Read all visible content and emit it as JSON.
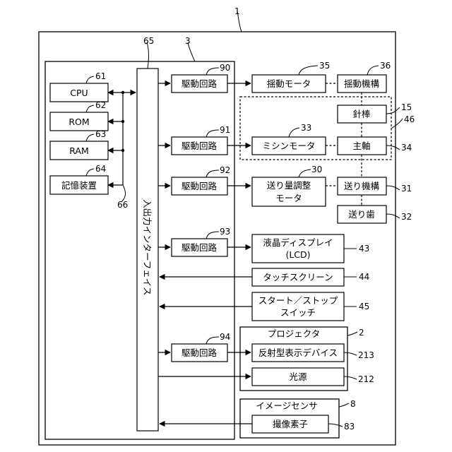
{
  "refs": {
    "device": "1",
    "controller": "3",
    "io_interface": "65",
    "cpu": "61",
    "rom": "62",
    "ram": "63",
    "storage": "64",
    "bus": "66",
    "drive90": "90",
    "drive91": "91",
    "drive92": "92",
    "drive93": "93",
    "drive94": "94",
    "swing_motor": "35",
    "swing_mechanism": "36",
    "needle_bar": "15",
    "group46": "46",
    "sewing_motor": "33",
    "main_shaft": "34",
    "feed_motor": "30",
    "feed_mechanism": "31",
    "feed_dog": "32",
    "lcd": "43",
    "touch_screen": "44",
    "start_stop": "45",
    "projector": "2",
    "reflective_device": "213",
    "light_source": "212",
    "image_sensor": "8",
    "imaging_element": "83"
  },
  "labels": {
    "cpu": "CPU",
    "rom": "ROM",
    "ram": "RAM",
    "storage": "記憶装置",
    "io_interface": "入出力インターフェイス",
    "drive_circuit": "駆動回路",
    "swing_motor": "揺動モータ",
    "swing_mechanism": "揺動機構",
    "needle_bar": "針棒",
    "sewing_motor": "ミシンモータ",
    "main_shaft": "主軸",
    "feed_motor_line1": "送り量調整",
    "feed_motor_line2": "モータ",
    "feed_mechanism": "送り機構",
    "feed_dog": "送り歯",
    "lcd_line1": "液晶ディスプレイ",
    "lcd_line2": "(LCD)",
    "touch_screen": "タッチスクリーン",
    "start_stop_line1": "スタート／ストップ",
    "start_stop_line2": "スイッチ",
    "projector": "プロジェクタ",
    "reflective_device": "反射型表示デバイス",
    "light_source": "光源",
    "image_sensor": "イメージセンサ",
    "imaging_element": "撮像素子"
  }
}
